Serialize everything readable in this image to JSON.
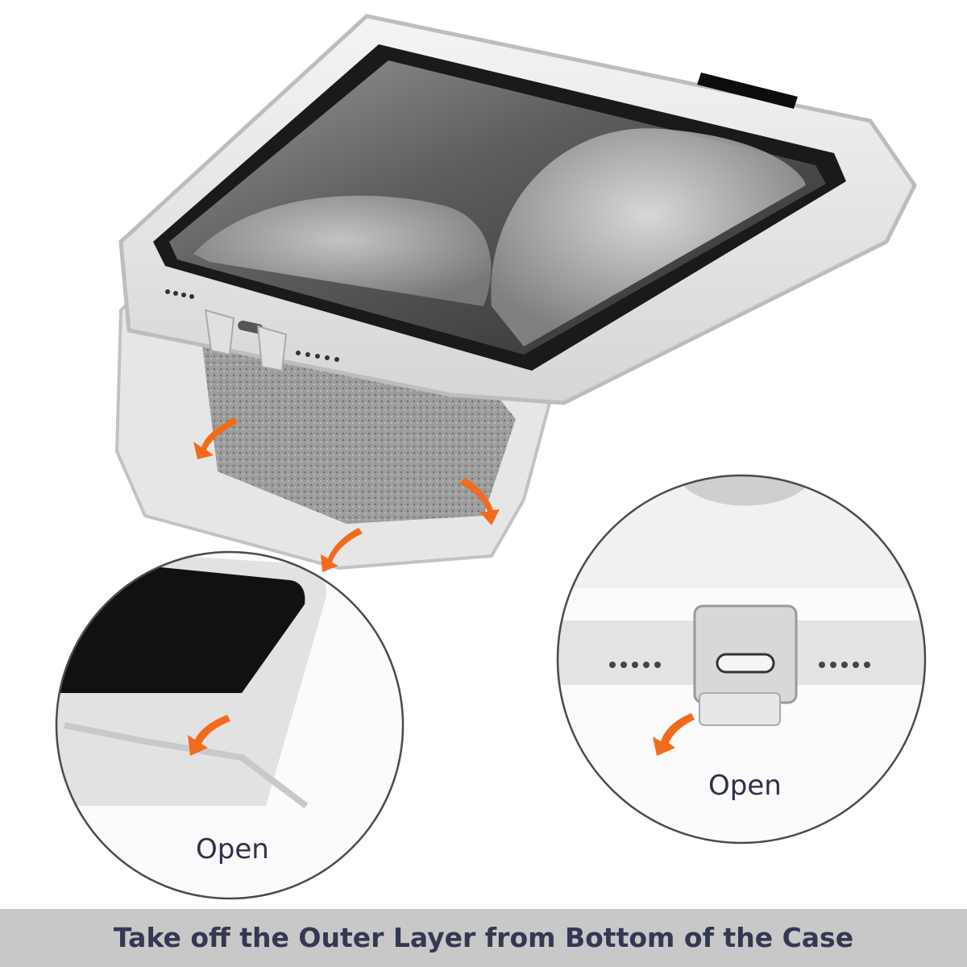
{
  "image": {
    "description_labels": {
      "open_left": "Open",
      "open_right": "Open"
    },
    "banner": {
      "text": "Take off the Outer Layer from Bottom of the Case"
    },
    "colors": {
      "accent_arrow": "#f26b1d",
      "banner_bg": "#c8c8c8",
      "banner_text": "#343852",
      "circle_border": "#4a4a4a"
    },
    "icons": [
      "curved-arrow-icon"
    ]
  }
}
